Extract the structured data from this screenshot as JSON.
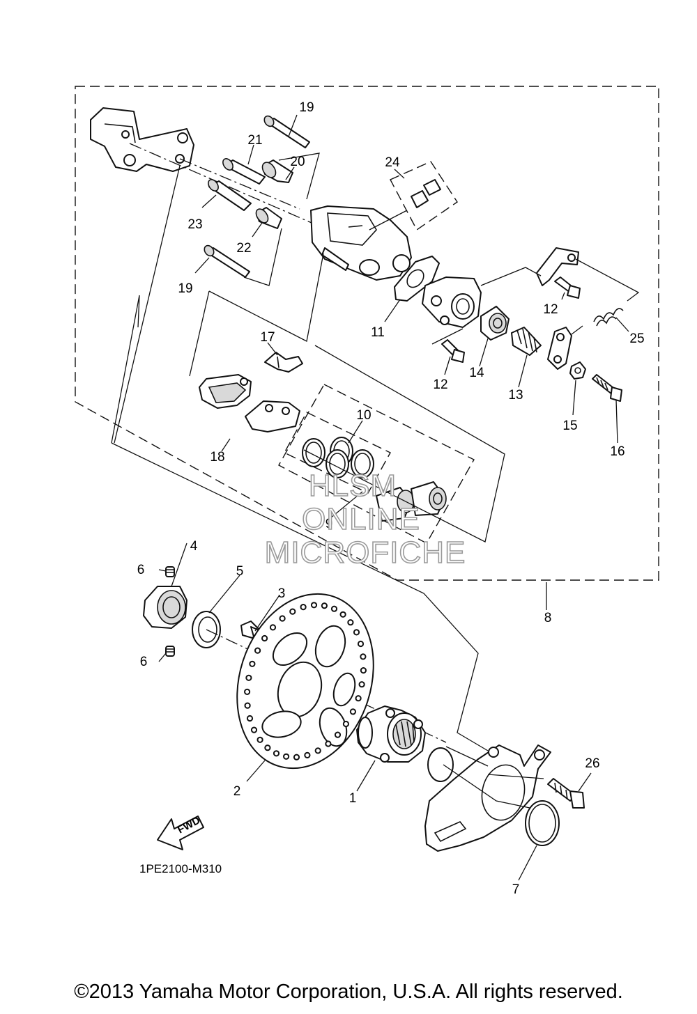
{
  "callouts": {
    "c1": "1",
    "c2": "2",
    "c3": "3",
    "c4": "4",
    "c5": "5",
    "c6a": "6",
    "c6b": "6",
    "c7": "7",
    "c8": "8",
    "c9": "9",
    "c10": "10",
    "c11": "11",
    "c12a": "12",
    "c12b": "12",
    "c13": "13",
    "c14": "14",
    "c15": "15",
    "c16": "16",
    "c17": "17",
    "c18": "18",
    "c19a": "19",
    "c19b": "19",
    "c20": "20",
    "c21": "21",
    "c22": "22",
    "c23": "23",
    "c24": "24",
    "c25": "25",
    "c26": "26"
  },
  "watermark": {
    "line1": "HLSM",
    "line2": "ONLINE",
    "line3": "MICROFICHE"
  },
  "fwd_label": "FWD",
  "diagram_code": "1PE2100-M310",
  "copyright": "©2013 Yamaha Motor Corporation, U.S.A. All rights reserved."
}
